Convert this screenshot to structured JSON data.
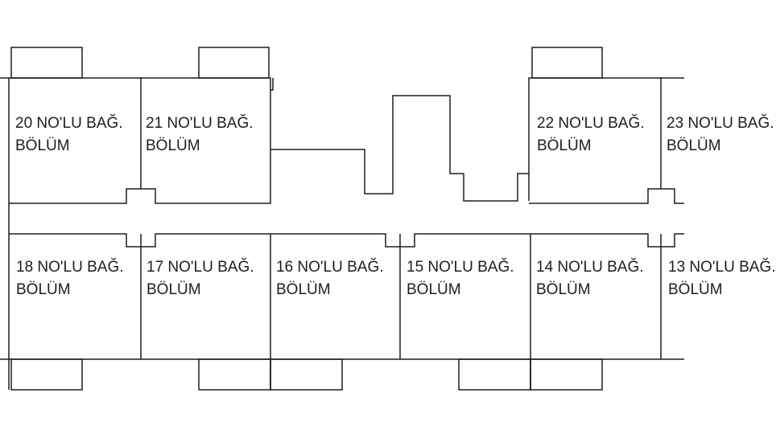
{
  "plan": {
    "units": [
      {
        "id": "u20",
        "line1": "20 NO'LU BAĞ.",
        "line2": "BÖLÜM"
      },
      {
        "id": "u21",
        "line1": "21 NO'LU BAĞ.",
        "line2": "BÖLÜM"
      },
      {
        "id": "u22",
        "line1": "22 NO'LU BAĞ.",
        "line2": "BÖLÜM"
      },
      {
        "id": "u23",
        "line1": "23 NO'LU BAĞ.",
        "line2": "BÖLÜM"
      },
      {
        "id": "u18",
        "line1": "18 NO'LU BAĞ.",
        "line2": "BÖLÜM"
      },
      {
        "id": "u17",
        "line1": "17 NO'LU BAĞ.",
        "line2": "BÖLÜM"
      },
      {
        "id": "u16",
        "line1": "16 NO'LU BAĞ.",
        "line2": "BÖLÜM"
      },
      {
        "id": "u15",
        "line1": "15 NO'LU BAĞ.",
        "line2": "BÖLÜM"
      },
      {
        "id": "u14",
        "line1": "14 NO'LU BAĞ.",
        "line2": "BÖLÜM"
      },
      {
        "id": "u13",
        "line1": "13 NO'LU BAĞ.",
        "line2": "BÖLÜM"
      }
    ],
    "line_color": "#1e1e1e",
    "background": "#ffffff"
  }
}
